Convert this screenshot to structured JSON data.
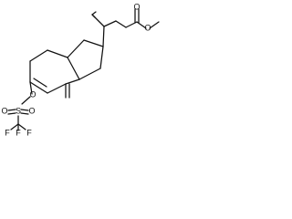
{
  "diagram": {
    "type": "chemical-structure",
    "atom_labels": {
      "ester_carbonyl_oxygen": "O",
      "ester_oxygen": "O",
      "enol_oxygen": "O",
      "sulfur": "S",
      "sulfonyl_oxygen_left": "O",
      "sulfonyl_oxygen_right": "O",
      "fluorine_top": "F",
      "fluorine_left": "F",
      "fluorine_right": "F"
    }
  }
}
